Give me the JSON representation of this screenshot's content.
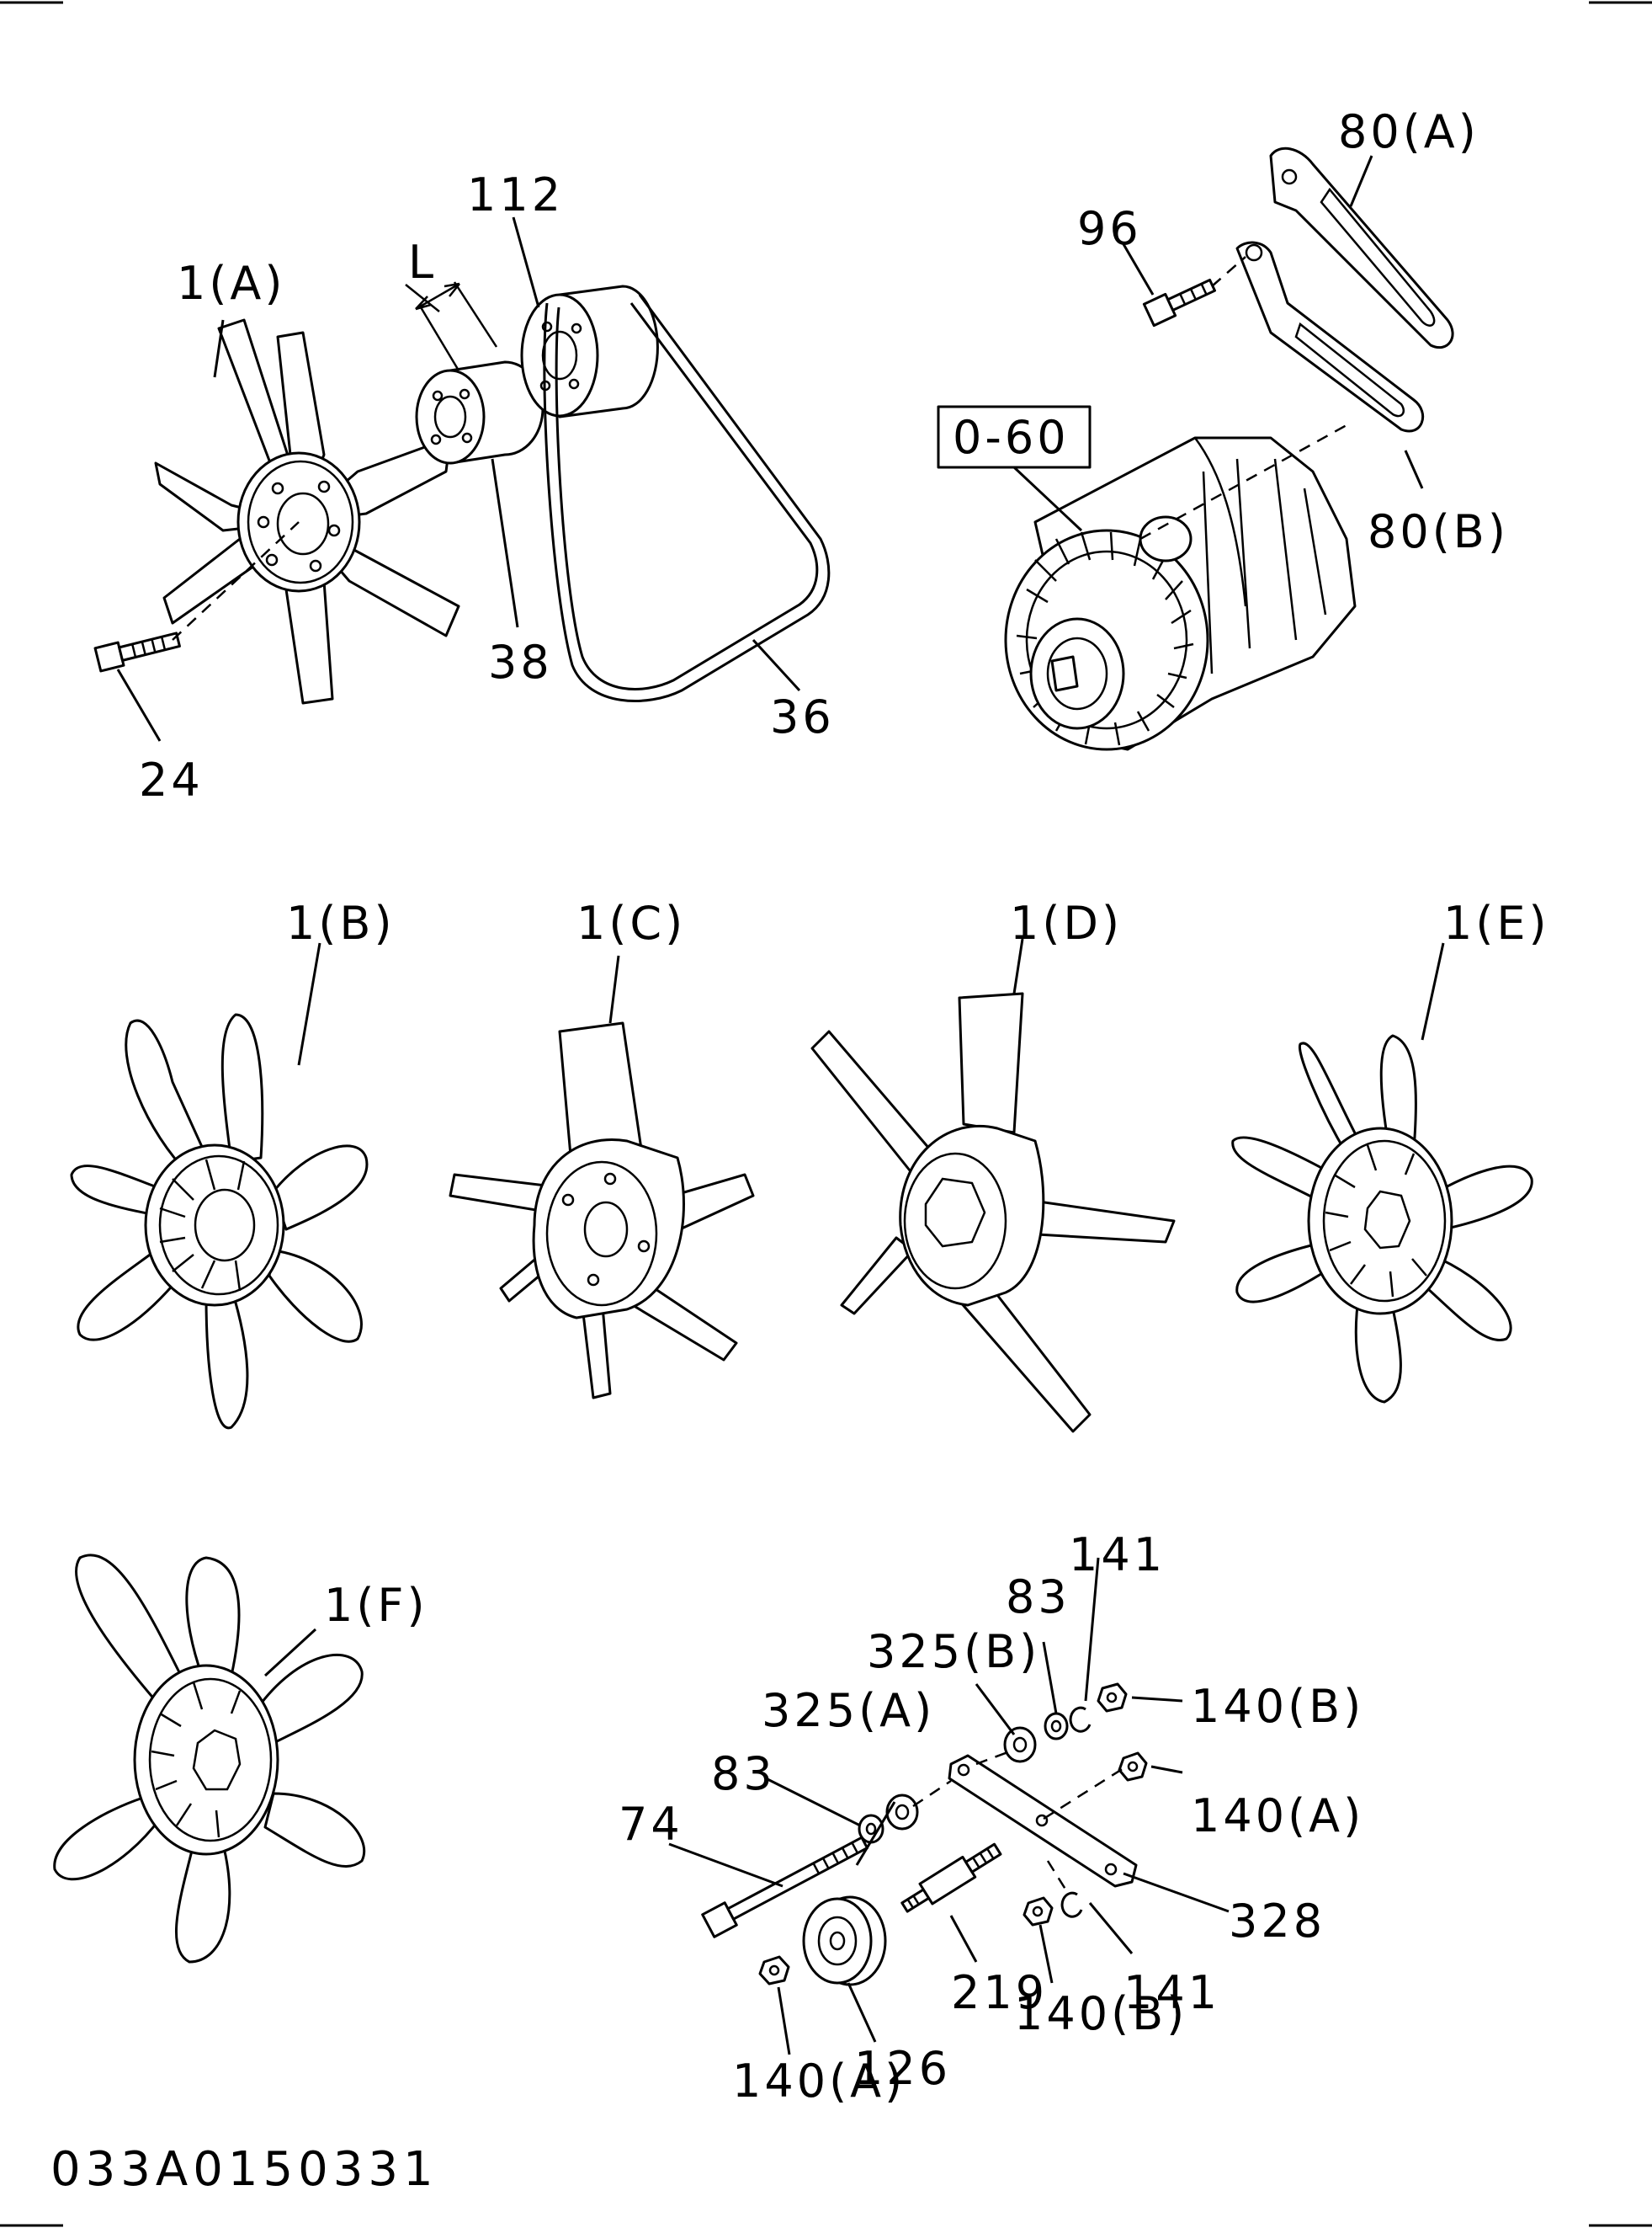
{
  "diagram": {
    "labels": {
      "fan_1a": "1(A)",
      "l_dim": "L",
      "pulley_112": "112",
      "spacer_38": "38",
      "belt_36": "36",
      "bolt_24": "24",
      "bolt_96": "96",
      "bracket_80a": "80(A)",
      "bracket_80b": "80(B)",
      "ref_box": "0-60",
      "fan_1b": "1(B)",
      "fan_1c": "1(C)",
      "fan_1d": "1(D)",
      "fan_1e": "1(E)",
      "fan_1f": "1(F)",
      "item_141_top": "141",
      "item_83_top": "83",
      "item_325b": "325(B)",
      "item_325a": "325(A)",
      "item_83_left": "83",
      "item_140b_top": "140(B)",
      "item_140a_right": "140(A)",
      "item_74": "74",
      "item_328": "328",
      "item_219": "219",
      "item_141_bottom": "141",
      "item_126": "126",
      "item_140b_bottom": "140(B)",
      "item_140a_bottom": "140(A)"
    },
    "document_id": "033A0150331"
  }
}
